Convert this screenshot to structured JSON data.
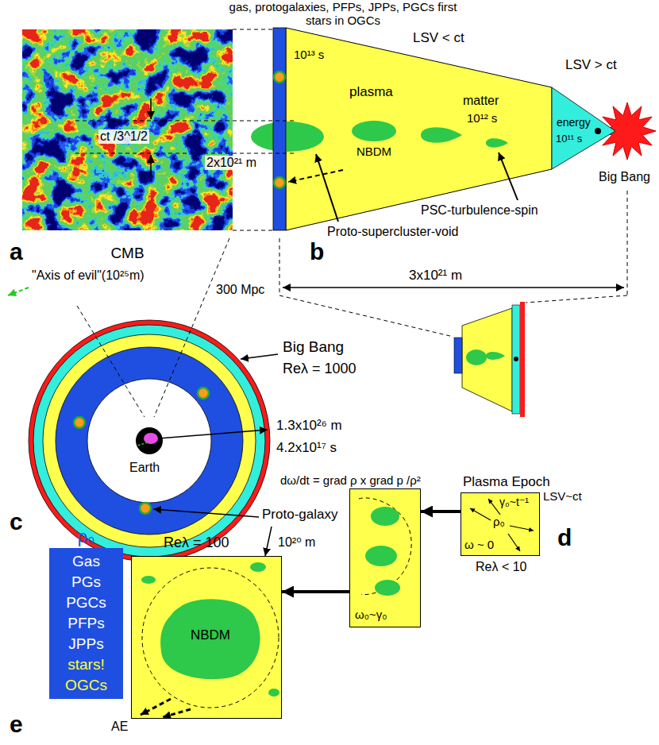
{
  "diagram": {
    "nodes": [
      {
        "text": [
          "CMB"
        ]
      },
      {
        "text": [
          "NBDM"
        ]
      },
      {
        "text": [
          "energy"
        ]
      },
      {
        "text": [
          "ρ₀",
          "Gas",
          "PGs",
          "PGCs",
          "PFPs",
          "JPPs",
          "stars!",
          "OGCs"
        ]
      },
      {
        "text": [
          "Reλ = 100"
        ]
      },
      {
        "text": [
          "NBDM"
        ],
        "in": 4
      },
      {
        "text": [
          "dω/dt = grad ρ x grad p /ρ²"
        ]
      },
      {
        "text": [
          "Plasma Epoch",
          "γ₀~t⁻¹",
          "ρ₀",
          "ω ~ 0",
          "Reλ < 10"
        ]
      }
    ],
    "edges": [
      {
        "from": 7,
        "to": 6,
        "arrow": "to"
      },
      {
        "from": 6,
        "to": 4,
        "arrow": "to"
      }
    ],
    "labels": [
      "gas, protogalaxies, PFPs, JPPs, PGCs first stars in OGCs",
      "LSV < ct",
      "10¹³ s",
      "plasma",
      "matter",
      "10¹² s",
      "LSV > ct",
      "10¹¹ s",
      "Big Bang",
      "ct /3^1/2",
      "2x10²¹ m",
      "PSC-turbulence-spin",
      "Proto-supercluster-void",
      "a",
      "b",
      "\"Axis of evil\"(10²⁵m)",
      "300 Mpc",
      "3x10²¹ m",
      "Big Bang",
      "Reλ = 1000",
      "1.3x10²⁶ m",
      "4.2x10¹⁷ s",
      "Earth",
      "c",
      "d",
      "Proto-galaxy",
      "10²⁰ m",
      "ω₀~γ₀",
      "LSV~ct",
      "AE",
      "e"
    ]
  }
}
